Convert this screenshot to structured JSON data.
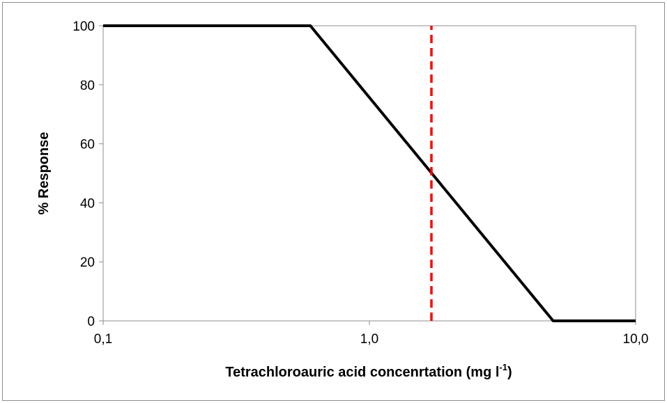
{
  "chart_data": {
    "type": "line",
    "title": "",
    "xlabel": "Tetrachloroauric acid concenrtation (mg l",
    "xlabel_superscript": "-1",
    "xlabel_suffix": ")",
    "ylabel": "% Response",
    "xscale": "log",
    "xlim": [
      0.1,
      10.0
    ],
    "ylim": [
      0,
      100
    ],
    "x_ticks": [
      0.1,
      1.0,
      10.0
    ],
    "x_tick_labels": [
      "0,1",
      "1,0",
      "10,0"
    ],
    "y_ticks": [
      0,
      20,
      40,
      60,
      80,
      100
    ],
    "y_tick_labels": [
      "0",
      "20",
      "40",
      "60",
      "80",
      "100"
    ],
    "grid": "none",
    "legend": "none",
    "series": [
      {
        "x": [
          0.1,
          0.6,
          4.9,
          10.0
        ],
        "y": [
          100,
          100,
          0,
          0
        ],
        "color": "#000000",
        "style": "solid"
      },
      {
        "x": [
          1.71,
          1.71
        ],
        "y": [
          0,
          100
        ],
        "color": "#ff0000",
        "style": "dashed"
      }
    ]
  }
}
